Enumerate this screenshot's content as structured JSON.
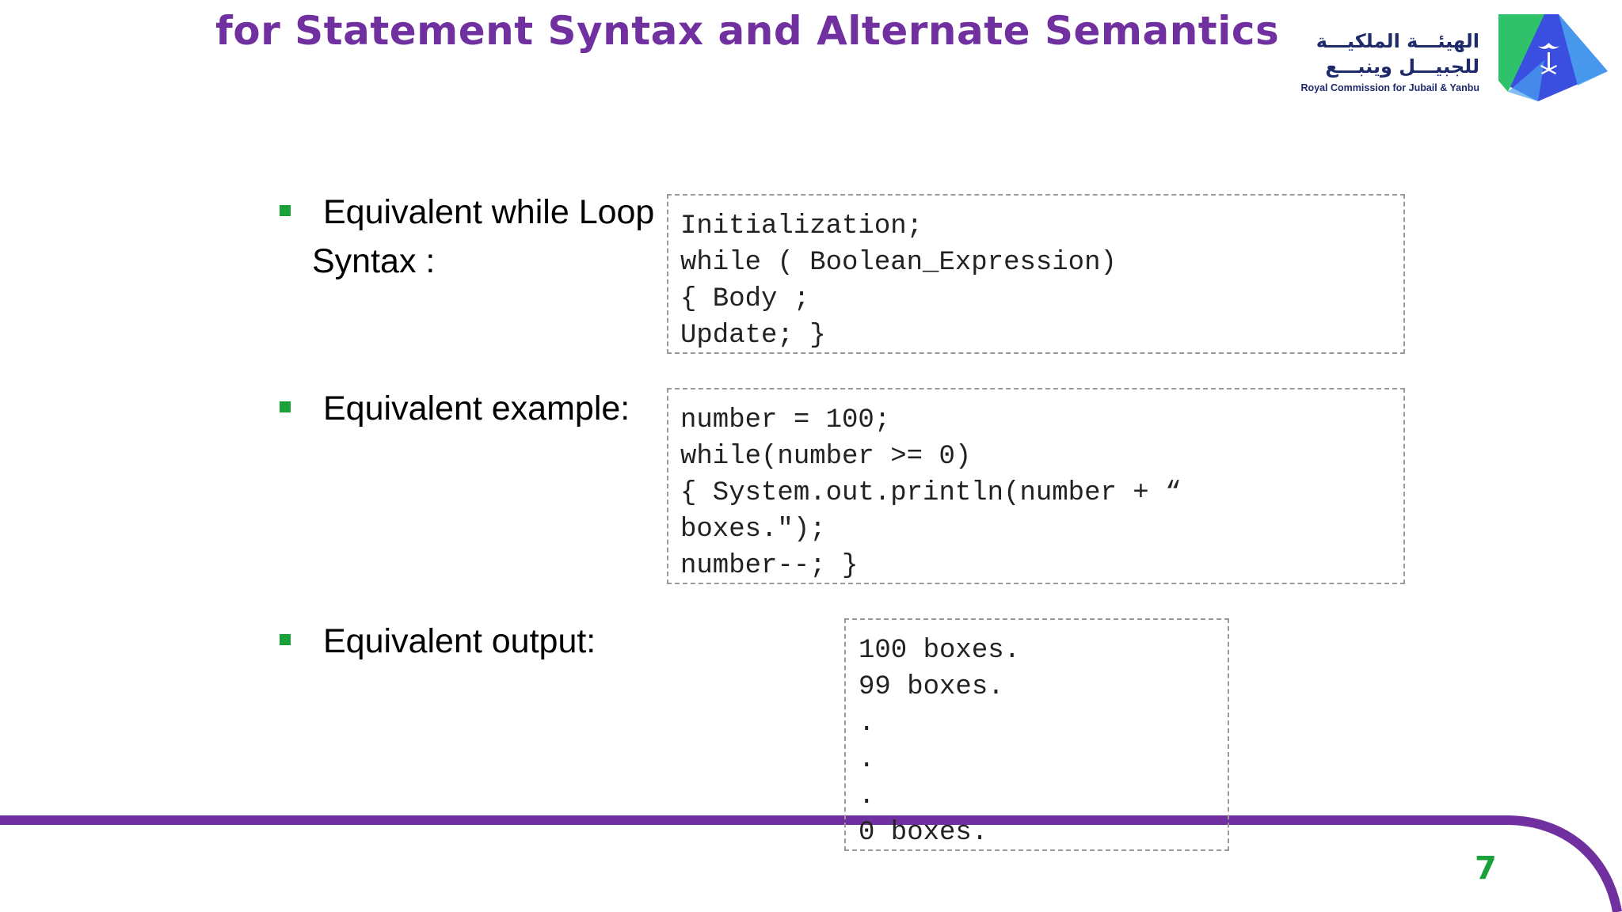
{
  "slide": {
    "title": "for Statement Syntax and Alternate Semantics",
    "page_number": "7"
  },
  "logo": {
    "arabic_line1": "الهيئـــة الملكيـــة",
    "arabic_line2": "للجبيـــل وينبـــع",
    "english": "Royal Commission for Jubail & Yanbu",
    "colors": {
      "green": "#2fc26b",
      "blue": "#3a4fe0",
      "light_blue": "#4aa3ef",
      "text": "#1f2a6b"
    }
  },
  "sections": [
    {
      "label_line1": "Equivalent while Loop",
      "label_line2": "Syntax :",
      "code": [
        "Initialization;",
        "while ( Boolean_Expression)",
        "{ Body ;",
        "Update; }"
      ]
    },
    {
      "label_line1": "Equivalent example:",
      "code": [
        "number = 100;",
        "while(number >= 0)",
        "{ System.out.println(number + “",
        "boxes.\");",
        "number--; }"
      ]
    },
    {
      "label_line1": "Equivalent output:",
      "code": [
        "100 boxes.",
        "99 boxes.",
        ".",
        ".",
        ".",
        "0 boxes."
      ]
    }
  ],
  "colors": {
    "title": "#7030a0",
    "bullet": "#19a23a",
    "footer": "#7030a0",
    "page_number": "#19a23a"
  }
}
